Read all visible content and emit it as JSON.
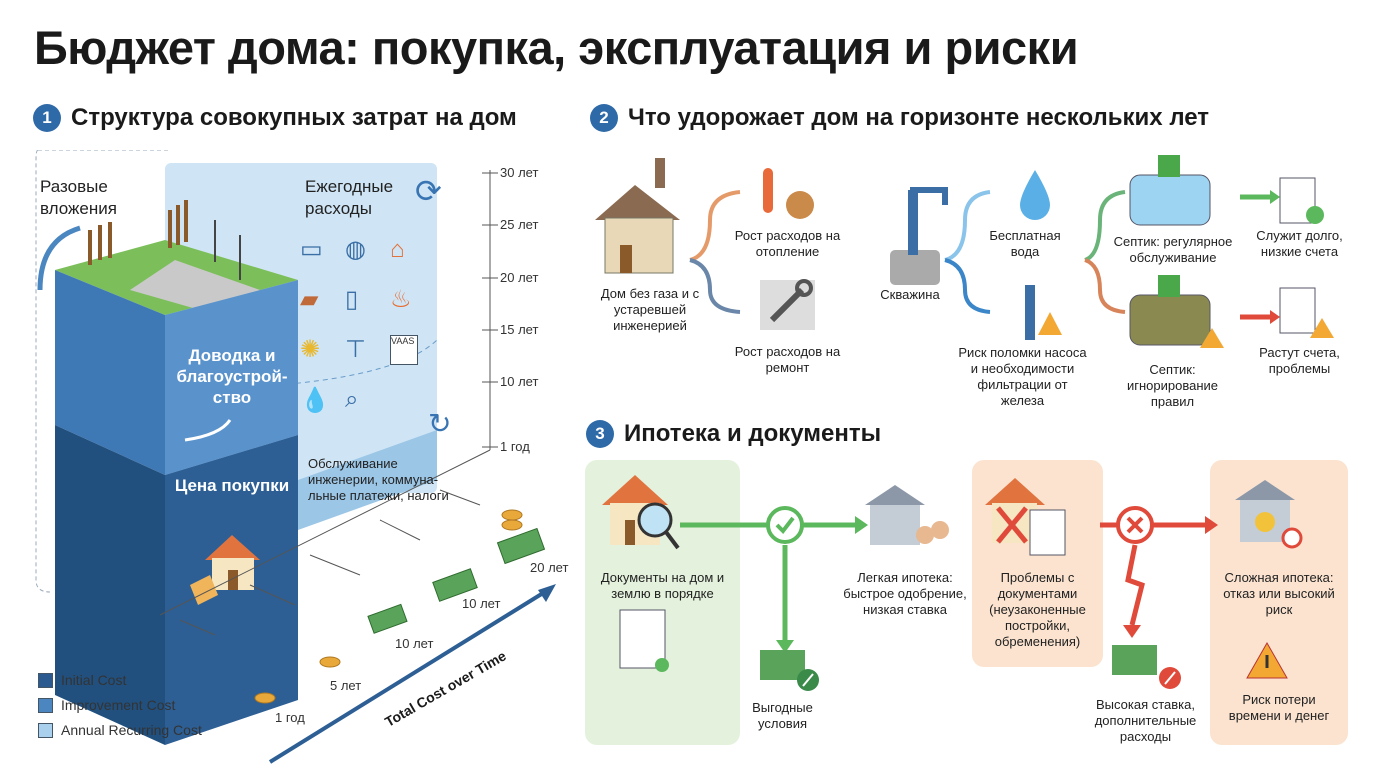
{
  "title": "Бюджет дома: покупка, эксплуатация и риски",
  "colors": {
    "initial": "#2a5a8f",
    "improvement": "#4b86c0",
    "annual": "#a9d1ee",
    "accent": "#2f6aa8",
    "green": "#5cb85c",
    "red": "#e04a3a",
    "orange_panel": "#fbe3cf",
    "green_panel": "#e4f1dc"
  },
  "s1": {
    "num": "1",
    "title": "Структура совокупных затрат на дом",
    "one_time": "Разовые вложения",
    "annual": "Ежегодные расходы",
    "improve": "Доводка и благоустрой-ство",
    "price": "Цена покупки",
    "maint": "Обслуживание инженерии, коммуна-льные платежи, налоги",
    "ticks": [
      "30 лет",
      "25 лет",
      "20 лет",
      "15 лет",
      "10 лет",
      "1 год"
    ],
    "coins": [
      "1 год",
      "5 лет",
      "10 лет",
      "10 лет",
      "20 лет"
    ],
    "axis": "Total Cost over Time",
    "legend": [
      "Initial Cost",
      "Improvement Cost",
      "Annual Recurring Cost"
    ],
    "doc_label": "VAAS"
  },
  "s2": {
    "num": "2",
    "title": "Что удорожает дом на горизонте нескольких лет",
    "house": "Дом без газа и с устаревшей инженерией",
    "heat": "Рост расходов на отопление",
    "repair": "Рост расходов на ремонт",
    "well": "Скважина",
    "free": "Бесплатная вода",
    "pump": "Риск поломки насоса и необходимости фильтрации от железа",
    "sept_ok": "Септик: регулярное обслуживание",
    "sept_bad": "Септик: игнорирование правил",
    "res_ok": "Служит долго, низкие счета",
    "res_bad": "Растут счета, проблемы"
  },
  "s3": {
    "num": "3",
    "title": "Ипотека и документы",
    "docs_ok": "Документы на дом и землю в порядке",
    "good": "Выгодные условия",
    "easy": "Легкая ипотека: быстрое одобрение, низкая ставка",
    "docs_bad": "Проблемы с документами (неузаконенные постройки, обременения)",
    "high": "Высокая ставка, дополнительные расходы",
    "hard": "Сложная ипотека: отказ или высокий риск",
    "risk": "Риск потери времени и денег"
  }
}
